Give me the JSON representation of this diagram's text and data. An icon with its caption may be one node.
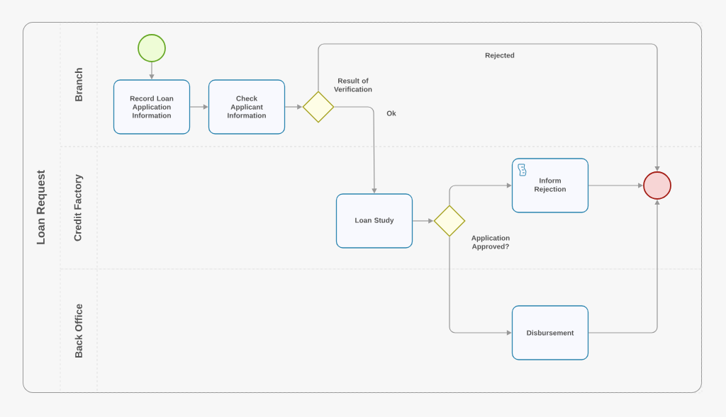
{
  "diagram": {
    "nodes": [
      {
        "text": [
          "Loan Request"
        ]
      },
      {
        "text": [
          "Branch"
        ],
        "in": 0
      },
      {
        "text": [
          "Credit Factory"
        ],
        "in": 0
      },
      {
        "text": [
          "Back Office"
        ],
        "in": 0
      },
      {
        "text": [],
        "shape": "circle",
        "in": 1
      },
      {
        "text": [
          "Record Loan Application Information"
        ],
        "in": 1
      },
      {
        "text": [
          "Check Applicant Information"
        ],
        "in": 1
      },
      {
        "text": [],
        "shape": "diamond",
        "beside": [
          "Result of Verification"
        ],
        "in": 1
      },
      {
        "text": [
          "Loan Study"
        ],
        "in": 2
      },
      {
        "text": [],
        "shape": "diamond",
        "beside": [
          "Application Approved?"
        ],
        "in": 2
      },
      {
        "text": [
          "Inform Rejection"
        ],
        "in": 2
      },
      {
        "text": [],
        "shape": "circle",
        "in": 2
      },
      {
        "text": [
          "Disbursement"
        ],
        "in": 3
      }
    ],
    "edges": [
      {
        "from": 4,
        "to": 5,
        "arrow": "to"
      },
      {
        "from": 5,
        "to": 6,
        "arrow": "to"
      },
      {
        "from": 6,
        "to": 7,
        "arrow": "to"
      },
      {
        "from": 7,
        "to": 11,
        "arrow": "to",
        "label": "Rejected"
      },
      {
        "from": 7,
        "to": 8,
        "arrow": "to",
        "label": "Ok"
      },
      {
        "from": 8,
        "to": 9,
        "arrow": "to"
      },
      {
        "from": 9,
        "to": 10,
        "arrow": "to"
      },
      {
        "from": 9,
        "to": 12,
        "arrow": "to"
      },
      {
        "from": 10,
        "to": 11,
        "arrow": "to"
      },
      {
        "from": 12,
        "to": 11,
        "arrow": "to"
      }
    ]
  }
}
